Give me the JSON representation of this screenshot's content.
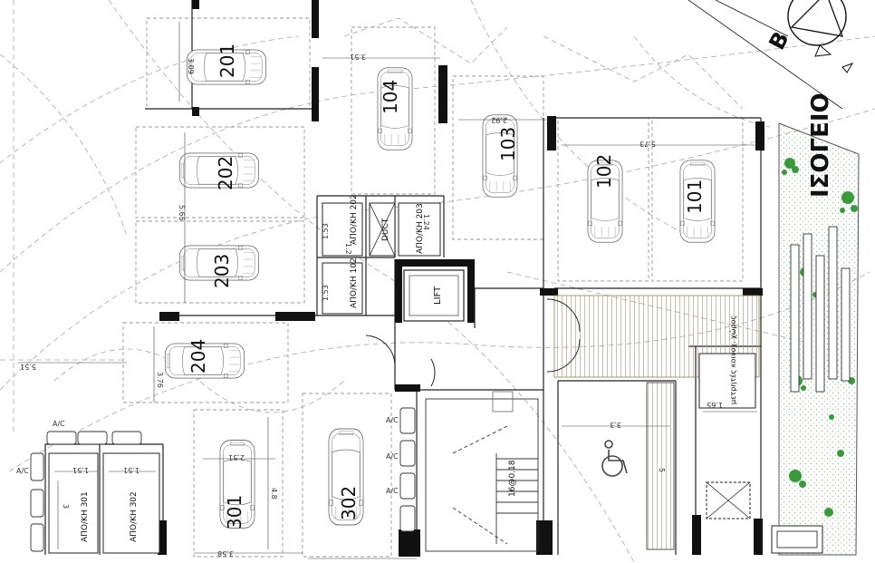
{
  "parking_spaces": [
    {
      "id": "p201",
      "label": "201"
    },
    {
      "id": "p104",
      "label": "104"
    },
    {
      "id": "p103",
      "label": "103"
    },
    {
      "id": "p102",
      "label": "102"
    },
    {
      "id": "p101",
      "label": "101"
    },
    {
      "id": "p202",
      "label": "202"
    },
    {
      "id": "p203",
      "label": "203"
    },
    {
      "id": "p204",
      "label": "204"
    },
    {
      "id": "p301",
      "label": "301"
    },
    {
      "id": "p302",
      "label": "302"
    }
  ],
  "storage_rooms": [
    {
      "id": "s202",
      "label": "ΑΠΟ/ΚΗ 202"
    },
    {
      "id": "s203",
      "label": "ΑΠΟ/ΚΗ 203"
    },
    {
      "id": "s102",
      "label": "ΑΠΟ/ΚΗ 102"
    },
    {
      "id": "s301",
      "label": "ΑΠΟ/ΚΗ 301"
    },
    {
      "id": "s302",
      "label": "ΑΠΟ/ΚΗ 302"
    }
  ],
  "labels": {
    "floor": "ΙΣΟΓΕΙΟ",
    "north": "B",
    "duct": "DUCT",
    "lift": "LIFT",
    "meters": "μετρητές κοινοχ. χώρος",
    "stairs": "16@0.18",
    "ac": "A/C",
    "ac_top": "A/C"
  },
  "dimensions": {
    "d309": "3.09",
    "d351": "3.51",
    "d292": "2.92",
    "d573": "5.73",
    "d565": "5.65",
    "d551": "5.51",
    "d376": "3.76",
    "d153a": "1.53",
    "d153b": "1.53",
    "d12": "1.2",
    "d124": "1.24",
    "d165": "1.65",
    "d33": "3.3",
    "d48": "4.8",
    "d251": "2.51",
    "d358": "3.58",
    "d151a": "1.51",
    "d151b": "1.51",
    "d3": "3",
    "d5": "5"
  }
}
